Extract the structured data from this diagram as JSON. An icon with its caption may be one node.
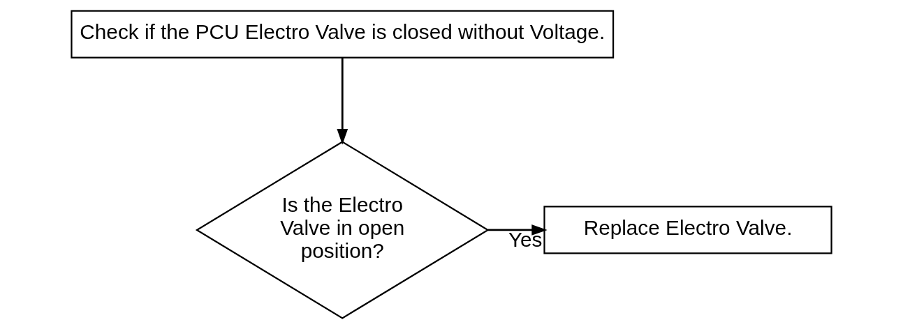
{
  "diagram": {
    "nodes": [
      {
        "text": [
          "Check if the PCU Electro Valve is closed without Voltage."
        ]
      },
      {
        "text": [
          "Is the Electro Valve in open position?"
        ]
      },
      {
        "text": [
          "Replace Electro Valve."
        ]
      }
    ],
    "edges": [
      {
        "from": 0,
        "to": 1,
        "arrow": "to"
      },
      {
        "from": 1,
        "to": 2,
        "arrow": "to",
        "label": "Yes"
      }
    ]
  }
}
